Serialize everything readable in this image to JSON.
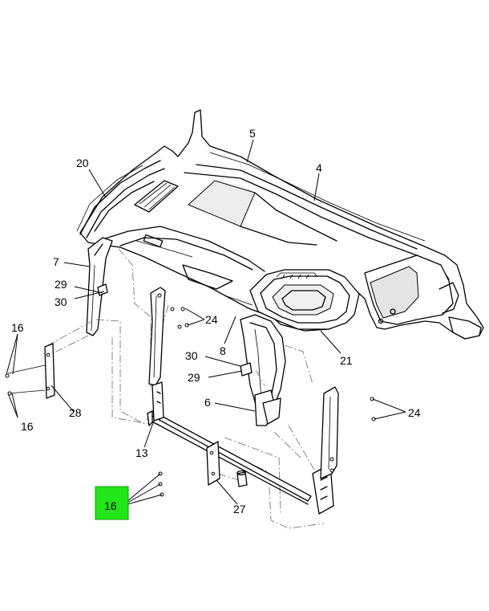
{
  "diagram": {
    "highlight_color": "#22e617",
    "callouts": {
      "c5": "5",
      "c4": "4",
      "c20": "20",
      "c7": "7",
      "c29a": "29",
      "c30a": "30",
      "c16a": "16",
      "c16b": "16",
      "c24a": "24",
      "c8": "8",
      "c21": "21",
      "c30b": "30",
      "c29b": "29",
      "c6": "6",
      "c28": "28",
      "c24b": "24",
      "c13": "13",
      "c27": "27",
      "c16_highlight": "16"
    }
  }
}
